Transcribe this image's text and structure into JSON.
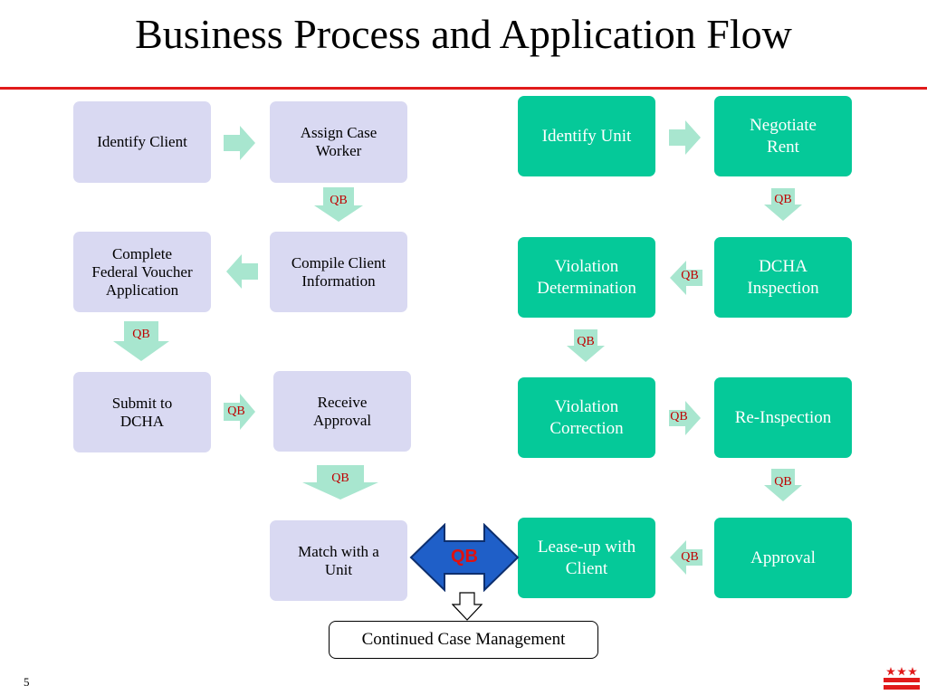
{
  "slide": {
    "title": "Business Process and Application Flow",
    "page_number": "5",
    "continued": "Continued Case Management",
    "qb_center": "QB",
    "qb_label": "QB"
  },
  "left_flow": [
    {
      "label": "Identify Client"
    },
    {
      "label": "Assign Case\nWorker"
    },
    {
      "label": "Compile Client\nInformation"
    },
    {
      "label": "Complete\nFederal Voucher\nApplication"
    },
    {
      "label": "Submit to\nDCHA"
    },
    {
      "label": "Receive\nApproval"
    },
    {
      "label": "Match with a\nUnit"
    }
  ],
  "right_flow": [
    {
      "label": "Identify Unit"
    },
    {
      "label": "Negotiate\nRent"
    },
    {
      "label": "DCHA\nInspection"
    },
    {
      "label": "Violation\nDetermination"
    },
    {
      "label": "Violation\nCorrection"
    },
    {
      "label": "Re-Inspection"
    },
    {
      "label": "Approval"
    },
    {
      "label": "Lease-up with\nClient"
    }
  ],
  "colors": {
    "title_rule": "#e11b1b",
    "left_box": "#d9d9f2",
    "right_box": "#05c999",
    "connector_arrow": "#a8e6cf",
    "qb_text": "#c00000",
    "qb_double_arrow": "#1f5fc8"
  },
  "icons": {
    "flag": "dc-flag-icon"
  }
}
